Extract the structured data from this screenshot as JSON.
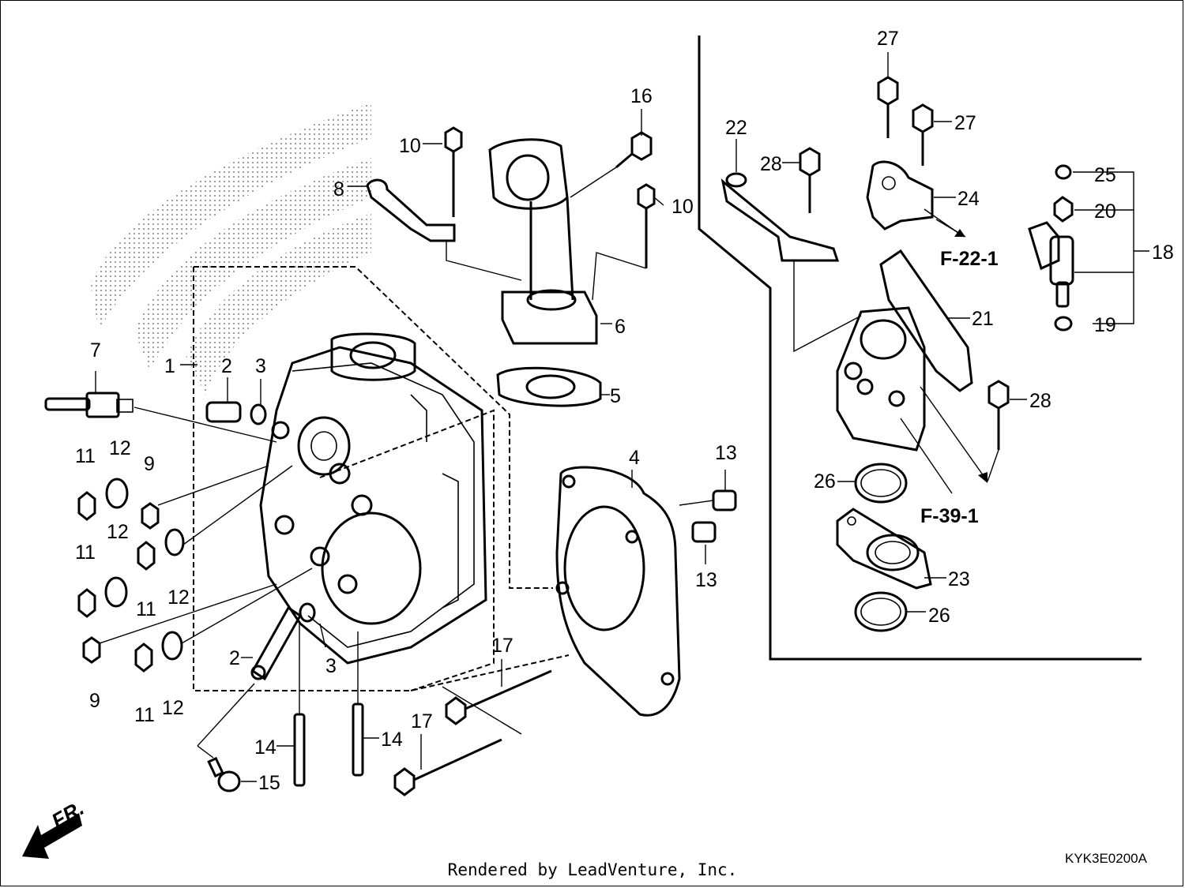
{
  "labels": [
    {
      "id": "1",
      "text": "1"
    },
    {
      "id": "2a",
      "text": "2"
    },
    {
      "id": "2b",
      "text": "2"
    },
    {
      "id": "3a",
      "text": "3"
    },
    {
      "id": "3b",
      "text": "3"
    },
    {
      "id": "4",
      "text": "4"
    },
    {
      "id": "5",
      "text": "5"
    },
    {
      "id": "6",
      "text": "6"
    },
    {
      "id": "7",
      "text": "7"
    },
    {
      "id": "8",
      "text": "8"
    },
    {
      "id": "9a",
      "text": "9"
    },
    {
      "id": "9b",
      "text": "9"
    },
    {
      "id": "10a",
      "text": "10"
    },
    {
      "id": "10b",
      "text": "10"
    },
    {
      "id": "11a",
      "text": "11"
    },
    {
      "id": "11b",
      "text": "11"
    },
    {
      "id": "11c",
      "text": "11"
    },
    {
      "id": "11d",
      "text": "11"
    },
    {
      "id": "12a",
      "text": "12"
    },
    {
      "id": "12b",
      "text": "12"
    },
    {
      "id": "12c",
      "text": "12"
    },
    {
      "id": "12d",
      "text": "12"
    },
    {
      "id": "13a",
      "text": "13"
    },
    {
      "id": "13b",
      "text": "13"
    },
    {
      "id": "14a",
      "text": "14"
    },
    {
      "id": "14b",
      "text": "14"
    },
    {
      "id": "15",
      "text": "15"
    },
    {
      "id": "16",
      "text": "16"
    },
    {
      "id": "17a",
      "text": "17"
    },
    {
      "id": "17b",
      "text": "17"
    },
    {
      "id": "18",
      "text": "18"
    },
    {
      "id": "19",
      "text": "19"
    },
    {
      "id": "20",
      "text": "20"
    },
    {
      "id": "21",
      "text": "21"
    },
    {
      "id": "22",
      "text": "22"
    },
    {
      "id": "23",
      "text": "23"
    },
    {
      "id": "24",
      "text": "24"
    },
    {
      "id": "25",
      "text": "25"
    },
    {
      "id": "26a",
      "text": "26"
    },
    {
      "id": "26b",
      "text": "26"
    },
    {
      "id": "27a",
      "text": "27"
    },
    {
      "id": "27b",
      "text": "27"
    },
    {
      "id": "28a",
      "text": "28"
    },
    {
      "id": "28b",
      "text": "28"
    }
  ],
  "refs": {
    "f22": "F-22-1",
    "f39": "F-39-1"
  },
  "front_marker": "FR.",
  "diagram_code": "KYK3E0200A",
  "credit": "Rendered by LeadVenture, Inc."
}
